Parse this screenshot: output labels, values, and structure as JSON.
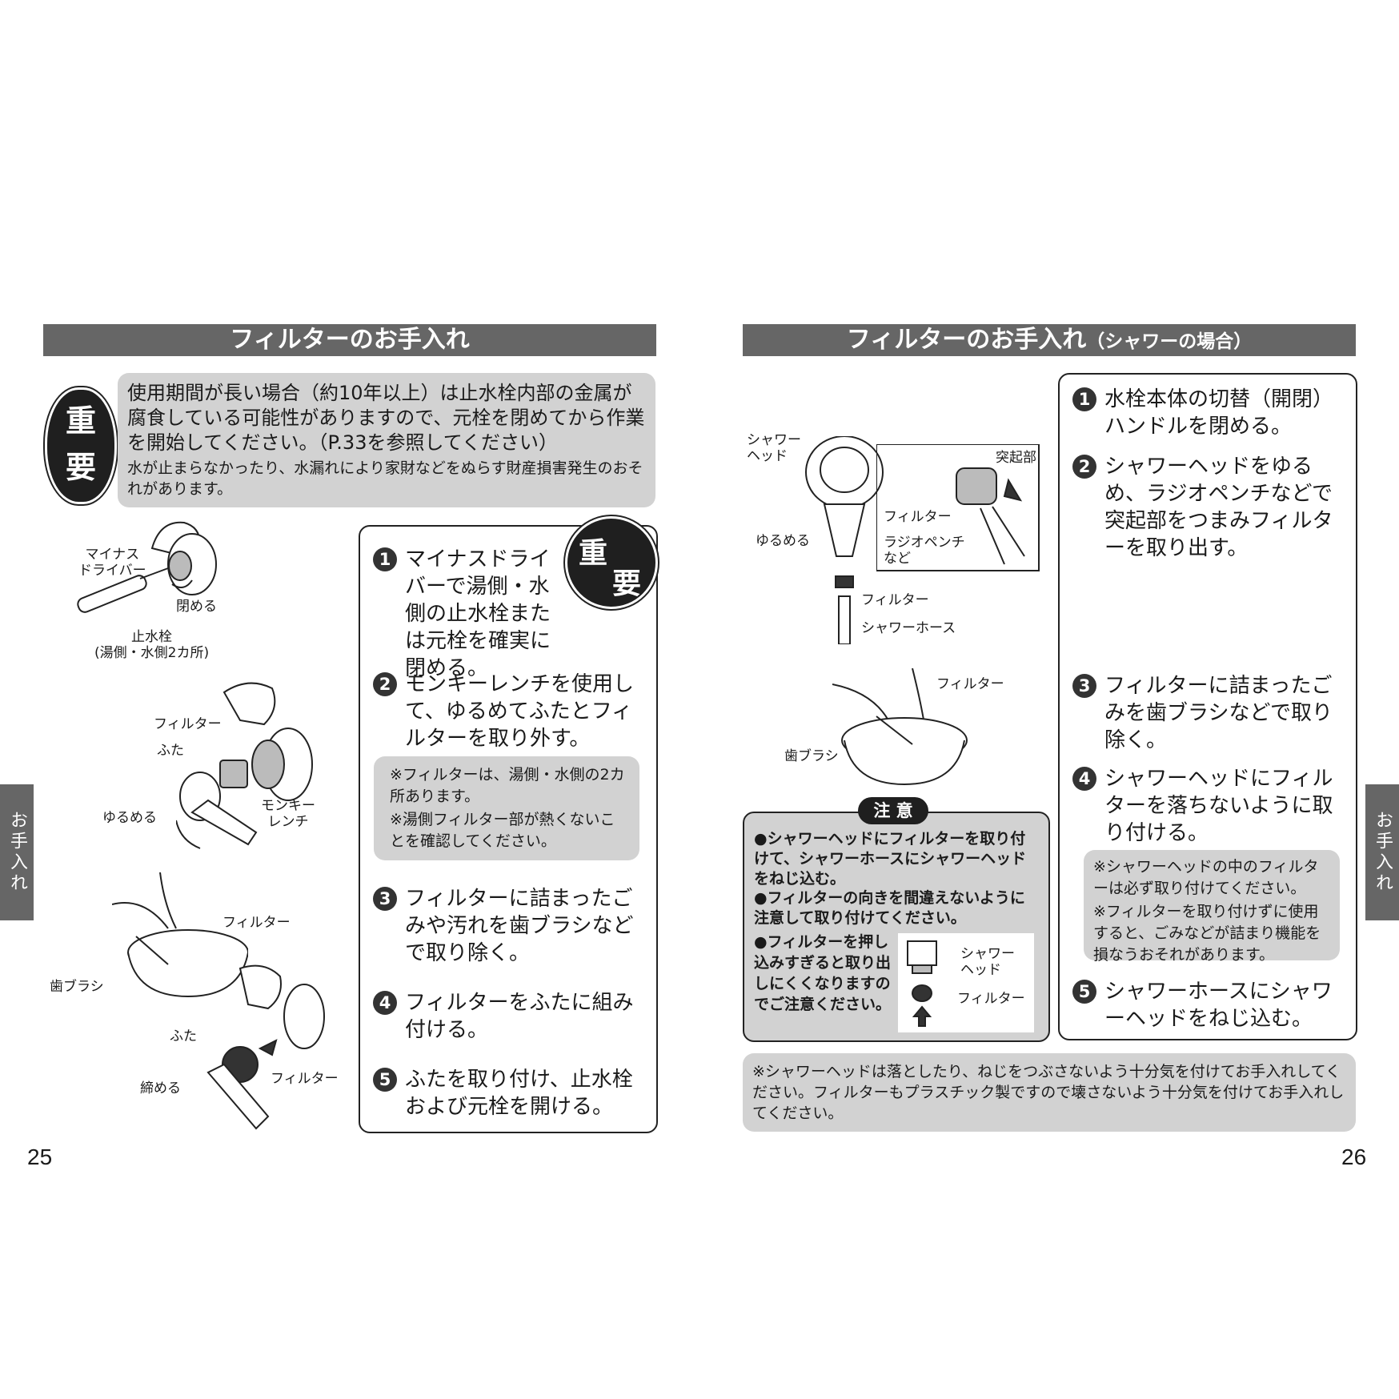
{
  "left": {
    "title": "フィルターのお手入れ",
    "important_badge": [
      "重",
      "要"
    ],
    "important_text": "使用期間が長い場合（約10年以上）は止水栓内部の金属が腐食している可能性がありますので、元栓を閉めてから作業を開始してください。（P.33を参照してください）",
    "important_sub": "水が止まらなかったり、水漏れにより家財などをぬらす財産損害発生のおそれがあります。",
    "step_badge": [
      "重",
      "要"
    ],
    "steps": [
      {
        "num": "1",
        "text": "マイナスドライバーで湯側・水側の止水栓または元栓を確実に閉める。"
      },
      {
        "num": "2",
        "text": "モンキーレンチを使用して、ゆるめてふたとフィルターを取り外す。"
      },
      {
        "num": "3",
        "text": "フィルターに詰まったごみや汚れを歯ブラシなどで取り除く。"
      },
      {
        "num": "4",
        "text": "フィルターをふたに組み付ける。"
      },
      {
        "num": "5",
        "text": "ふたを取り付け、止水栓および元栓を開ける。"
      }
    ],
    "notes": [
      "※フィルターは、湯側・水側の2カ所あります。",
      "※湯側フィルター部が熱くないことを確認してください。"
    ],
    "labels": {
      "driver": "マイナス\nドライバー",
      "close": "閉める",
      "valve": "止水栓\n(湯側・水側2カ所)",
      "filter1": "フィルター",
      "cap1": "ふた",
      "loosen": "ゆるめる",
      "wrench": "モンキー\nレンチ",
      "filter2": "フィルター",
      "brush": "歯ブラシ",
      "cap2": "ふた",
      "tighten": "締める",
      "filter3": "フィルター"
    },
    "page_number": "25",
    "side_tab": "お手入れ"
  },
  "right": {
    "title": "フィルターのお手入れ",
    "title_sub": "（シャワーの場合）",
    "steps": [
      {
        "num": "1",
        "text": "水栓本体の切替（開閉）ハンドルを閉める。"
      },
      {
        "num": "2",
        "text": "シャワーヘッドをゆるめ、ラジオペンチなどで突起部をつまみフィルターを取り出す。"
      },
      {
        "num": "3",
        "text": "フィルターに詰まったごみを歯ブラシなどで取り除く。"
      },
      {
        "num": "4",
        "text": "シャワーヘッドにフィルターを落ちないように取り付ける。"
      },
      {
        "num": "5",
        "text": "シャワーホースにシャワーヘッドをねじ込む。"
      }
    ],
    "notes": [
      "※シャワーヘッドの中のフィルターは必ず取り付けてください。",
      "※フィルターを取り付けずに使用すると、ごみなどが詰まり機能を損なうおそれがあります。"
    ],
    "caution_title": "注 意",
    "caution_items": [
      "●シャワーヘッドにフィルターを取り付けて、シャワーホースにシャワーヘッドをねじ込む。",
      "●フィルターの向きを間違えないように注意して取り付けてください。",
      "●フィルターを押し込みすぎると取り出しにくくなりますのでご注意ください。"
    ],
    "caution_labels": {
      "head": "シャワー\nヘッド",
      "filter": "フィルター"
    },
    "labels": {
      "shower_head": "シャワー\nヘッド",
      "protrusion": "突起部",
      "filter_inset": "フィルター",
      "pliers": "ラジオペンチ\nなど",
      "loosen": "ゆるめる",
      "filter": "フィルター",
      "hose": "シャワーホース",
      "filter2": "フィルター",
      "brush": "歯ブラシ"
    },
    "bottom_note": "※シャワーヘッドは落としたり、ねじをつぶさないよう十分気を付けてお手入れしてください。フィルターもプラスチック製ですので壊さないよう十分気を付けてお手入れしてください。",
    "page_number": "26",
    "side_tab": "お手入れ"
  }
}
